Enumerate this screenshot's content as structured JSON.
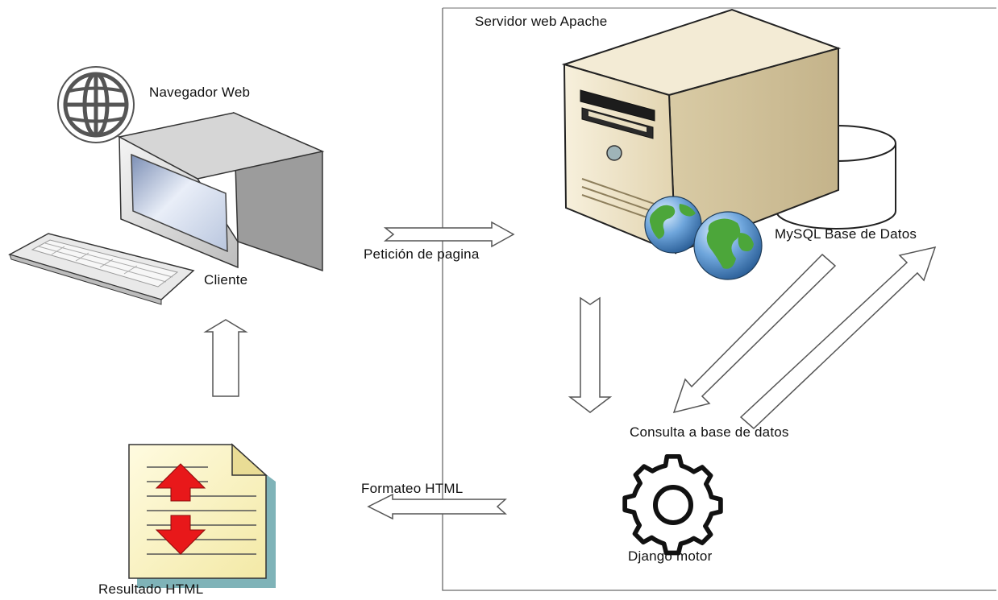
{
  "labels": {
    "server_title": "Servidor web Apache",
    "browser": "Navegador Web",
    "client": "Cliente",
    "page_request": "Petición de pagina",
    "database": "MySQL Base de Datos",
    "db_query": "Consulta a base de datos",
    "html_format": "Formateo HTML",
    "engine": "Django motor",
    "html_result": "Resultado HTML"
  },
  "icons": {
    "browser": "globe-icon",
    "client": "desktop-computer-icon",
    "keyboard": "keyboard-icon",
    "server": "server-tower-icon",
    "globes": "earth-globe-icon",
    "database": "database-cylinder-icon",
    "engine": "gear-icon",
    "document": "html-document-icon"
  },
  "colors": {
    "arrow_fill": "#ffffff",
    "arrow_stroke": "#555555",
    "doc_red_arrow": "#e8181a",
    "doc_paper": "#fbf6c8",
    "doc_shadow": "#7fb3b8",
    "server_beige": "#efe5cc",
    "globe_green": "#4ca63a",
    "globe_blue": "#2f79c4"
  }
}
